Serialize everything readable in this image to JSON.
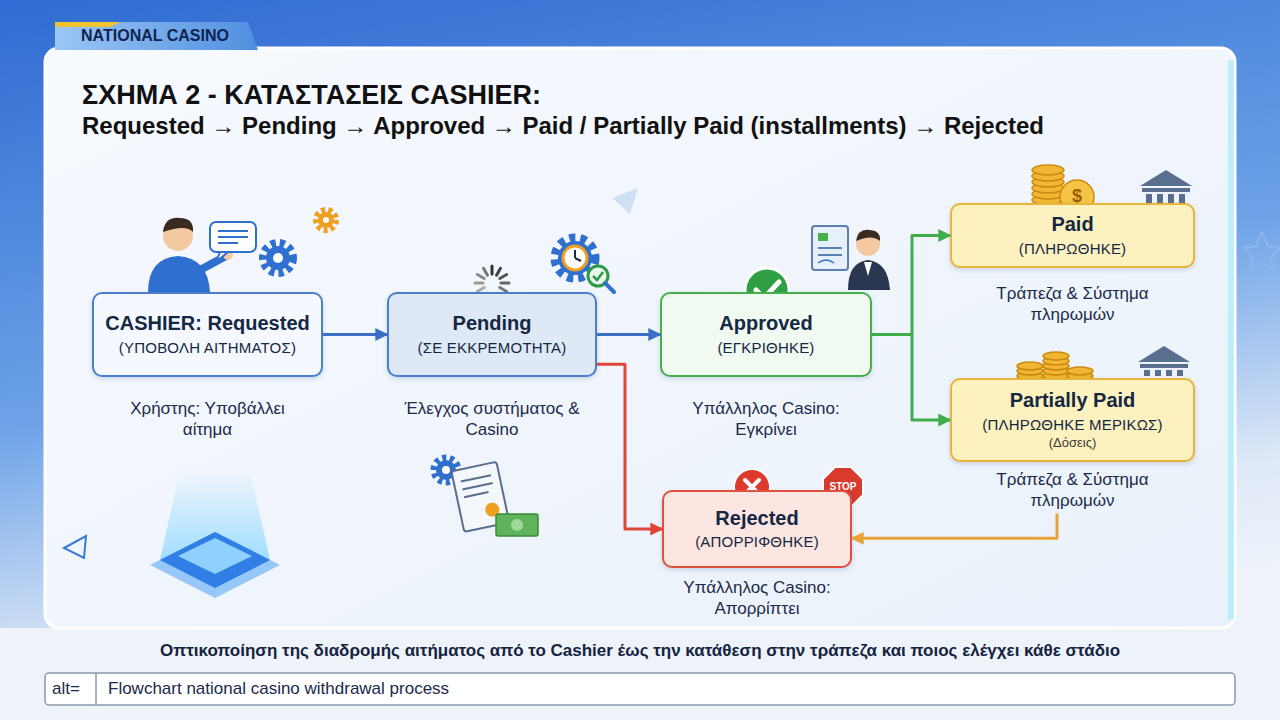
{
  "diagram": {
    "title": "ΣΧΗΜΑ 2 - ΚΑΤΑΣΤΑΣΕΙΣ CASHIER:",
    "caption": "Οπτικοποίηση της διαδρομής αιτήματος από το Cashier έως την κατάθεση στην τράπεζα και ποιος ελέγχει κάθε στάδιο",
    "nodes": [
      {
        "text": [
          "CASHIER: Requested",
          "(ΥΠΟΒΟΛΗ ΑΙΤΗΜΑΤΟΣ)",
          "Χρήστης: Υποβάλλει αίτημα"
        ]
      },
      {
        "text": [
          "Pending",
          "(ΣΕ ΕΚΚΡΕΜΟΤΗΤΑ)",
          "Έλεγχος συστήματος & Casino"
        ]
      },
      {
        "text": [
          "Approved",
          "(ΕΓΚΡΙΘΗΚΕ)",
          "Υπάλληλος Casino: Εγκρίνει"
        ]
      },
      {
        "text": [
          "Paid",
          "(ΠΛΗΡΩΘΗΚΕ)",
          "Τράπεζα & Σύστημα πληρωμών"
        ]
      },
      {
        "text": [
          "Partially Paid",
          "(ΠΛΗΡΩΘΗΚΕ ΜΕΡΙΚΩΣ)",
          "(Δόσεις)",
          "Τράπεζα & Σύστημα πληρωμών"
        ]
      },
      {
        "text": [
          "Rejected",
          "(ΑΠΟΡΡΙΦΘΗΚΕ)",
          "Υπάλληλος Casino: Απορρίπτει"
        ]
      }
    ],
    "edges": [
      {
        "from": 0,
        "to": 1,
        "arrow": "to"
      },
      {
        "from": 1,
        "to": 2,
        "arrow": "to"
      },
      {
        "from": 1,
        "to": 5,
        "arrow": "to"
      },
      {
        "from": 2,
        "to": 3,
        "arrow": "to"
      },
      {
        "from": 2,
        "to": 4,
        "arrow": "to"
      },
      {
        "from": 4,
        "to": 5,
        "arrow": "to"
      }
    ],
    "labels": [
      "NATIONAL CASINO",
      "Requested → Pending → Approved → Paid / Partially Paid (installments) → Rejected",
      "$",
      "STOP",
      "alt=",
      "Flowchart national casino withdrawal process"
    ]
  }
}
